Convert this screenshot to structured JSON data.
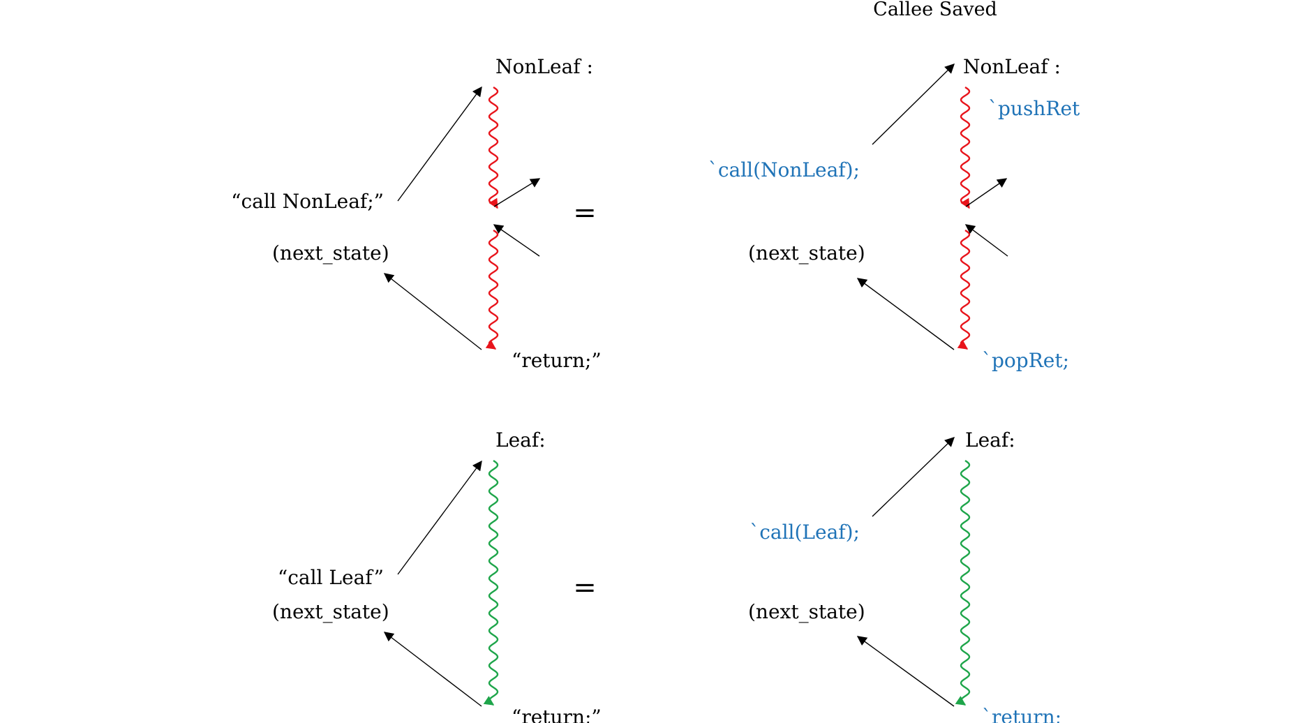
{
  "title": "Callee Saved",
  "colors": {
    "text": "#000000",
    "code": "#1F73B7",
    "nonleaf_flow": "#E8141B",
    "leaf_flow": "#1EA54A",
    "arrow": "#000000"
  },
  "top_left": {
    "label": "NonLeaf :",
    "call": "“call NonLeaf;”",
    "next_state": "(next_state)",
    "ret": "“return;”"
  },
  "top_right": {
    "label": "NonLeaf :",
    "push": "`pushRet",
    "call": "`call(NonLeaf);",
    "next_state": "(next_state)",
    "pop": "`popRet;"
  },
  "bottom_left": {
    "label": "Leaf:",
    "call": "“call Leaf”",
    "next_state": "(next_state)",
    "ret": "“return;”"
  },
  "bottom_right": {
    "label": "Leaf:",
    "call": "`call(Leaf);",
    "next_state": "(next_state)",
    "ret": "`return;"
  },
  "equals_top": "=",
  "equals_bottom": "="
}
